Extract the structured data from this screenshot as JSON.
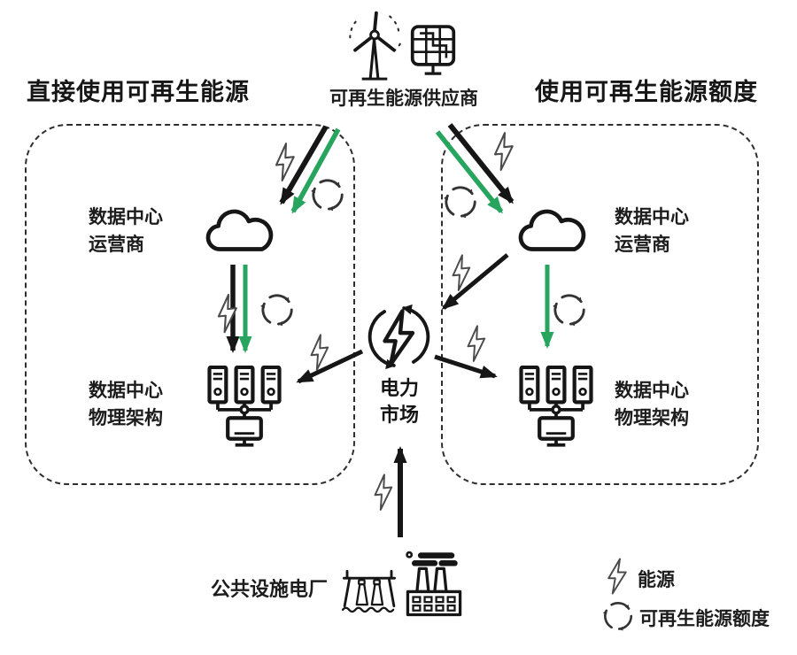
{
  "titles": {
    "left": "直接使用可再生能源",
    "right": "使用可再生能源额度"
  },
  "supplier": {
    "label": "可再生能源供应商"
  },
  "left_zone": {
    "operator": "数据中心\n运营商",
    "physical": "数据中心\n物理架构"
  },
  "right_zone": {
    "operator": "数据中心\n运营商",
    "physical": "数据中心\n物理架构"
  },
  "market": {
    "label": "电力\n市场"
  },
  "utility": {
    "label": "公共设施电厂"
  },
  "legend": {
    "energy": "能源",
    "credits": "可再生能源额度"
  },
  "colors": {
    "ink": "#1a1a1a",
    "green": "#27a55e",
    "bolt_outline": "#4a4a4a",
    "dash": "#2e2e2e"
  }
}
